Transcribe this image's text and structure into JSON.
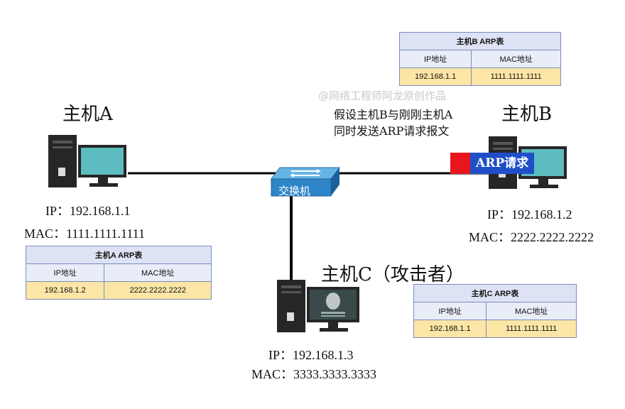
{
  "watermark": "@网络工程师阿龙原创作品",
  "note": {
    "line1": "假设主机B与刚刚主机A",
    "line2": "同时发送ARP请求报文"
  },
  "packet": {
    "label": "ARP请求",
    "colors": {
      "header": "#e8141e",
      "body": "#1f4fc8"
    }
  },
  "switch": {
    "label": "交换机"
  },
  "hosts": {
    "a": {
      "name": "主机A",
      "ip": "IP：192.168.1.1",
      "mac": "MAC：1111.1111.1111"
    },
    "b": {
      "name": "主机B",
      "ip": "IP：192.168.1.2",
      "mac": "MAC：2222.2222.2222"
    },
    "c": {
      "name": "主机C（攻击者）",
      "ip": "IP：192.168.1.3",
      "mac": "MAC：3333.3333.3333"
    }
  },
  "arp_tables": {
    "a": {
      "title": "主机A ARP表",
      "col_ip": "IP地址",
      "col_mac": "MAC地址",
      "ip": "192.168.1.2",
      "mac": "2222.2222.2222"
    },
    "b": {
      "title": "主机B ARP表",
      "col_ip": "IP地址",
      "col_mac": "MAC地址",
      "ip": "192.168.1.1",
      "mac": "1111.1111.1111"
    },
    "c": {
      "title": "主机C ARP表",
      "col_ip": "IP地址",
      "col_mac": "MAC地址",
      "ip": "192.168.1.1",
      "mac": "1111.1111.1111"
    }
  }
}
